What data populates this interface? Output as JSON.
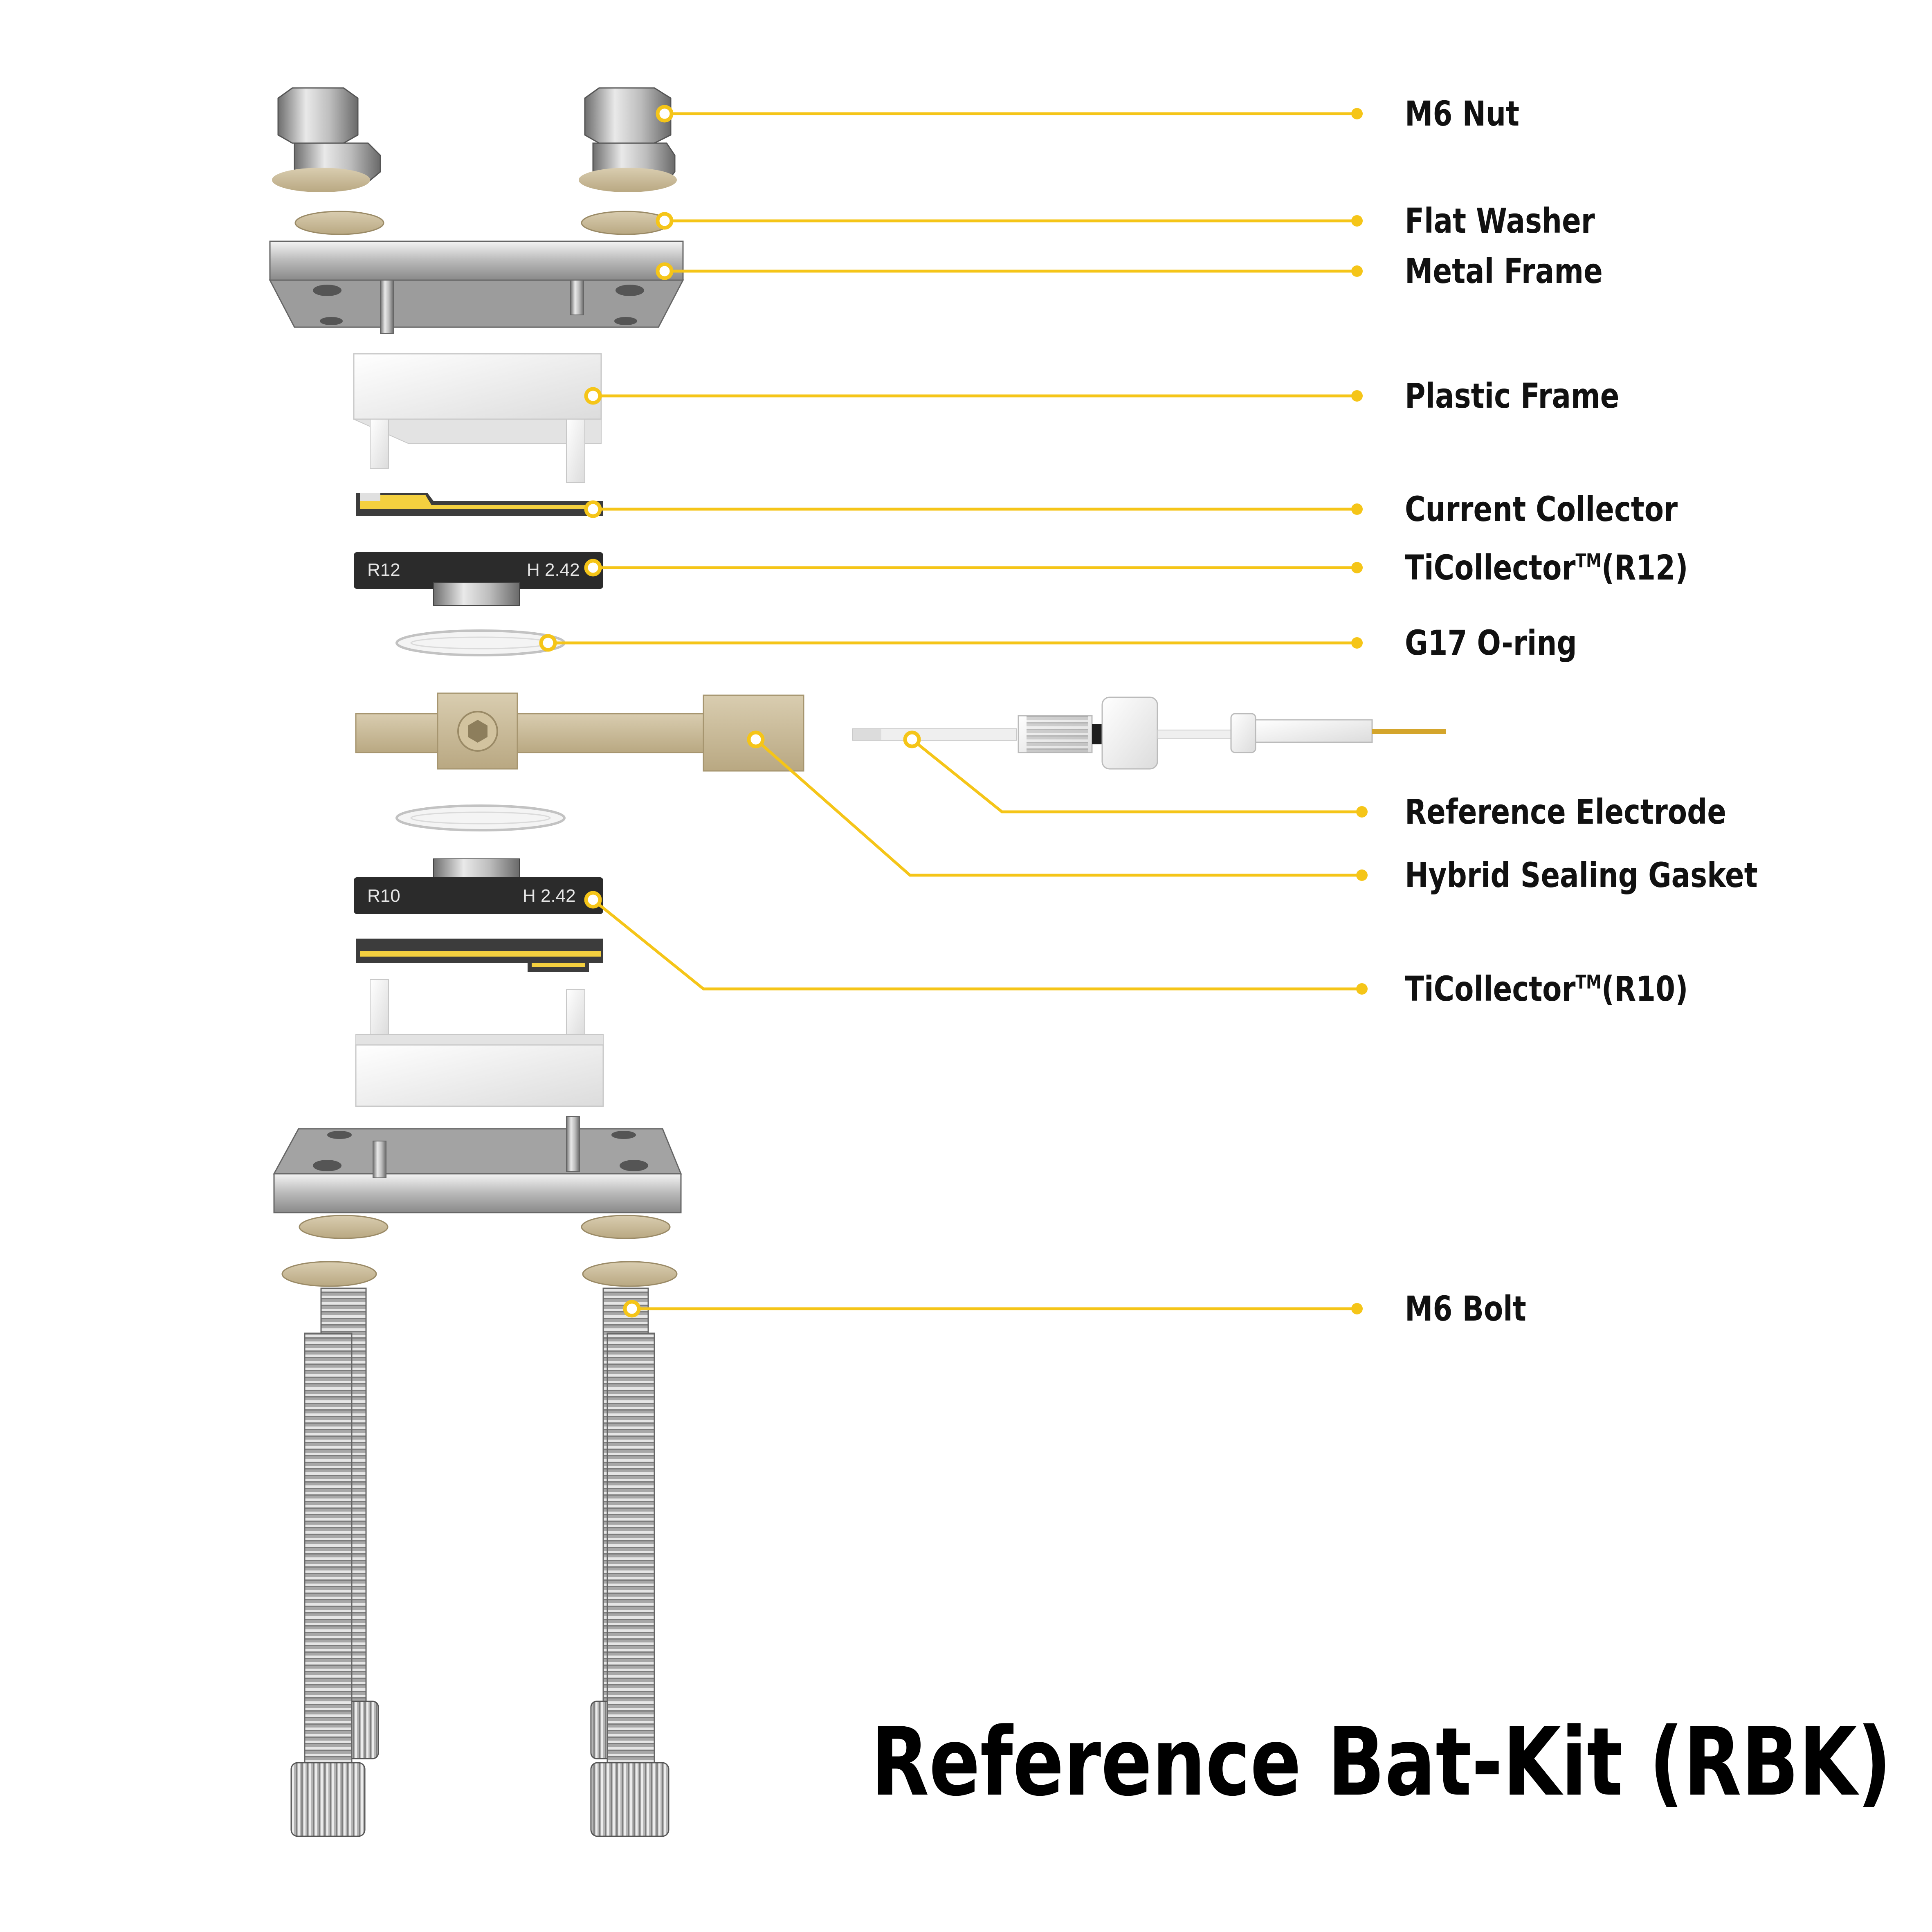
{
  "title": "Reference Bat-Kit (RBK)",
  "accent_color": "#f5c518",
  "labels": {
    "m6_nut": "M6 Nut",
    "flat_washer": "Flat Washer",
    "metal_frame": "Metal Frame",
    "plastic_frame": "Plastic Frame",
    "current_collector": "Current Collector",
    "ticollector_r12_name": "TiCollector",
    "ticollector_r12_tm": "TM",
    "ticollector_r12_suffix": "(R12)",
    "g17_oring": "G17 O-ring",
    "reference_electrode": "Reference Electrode",
    "hybrid_sealing_gasket": "Hybrid Sealing Gasket",
    "ticollector_r10_name": "TiCollector",
    "ticollector_r10_tm": "TM",
    "ticollector_r10_suffix": "(R10)",
    "m6_bolt": "M6 Bolt"
  },
  "plate_markings": {
    "r12_left": "R12",
    "r12_right": "H 2.42",
    "r10_left": "R10",
    "r10_right": "H 2.42"
  }
}
